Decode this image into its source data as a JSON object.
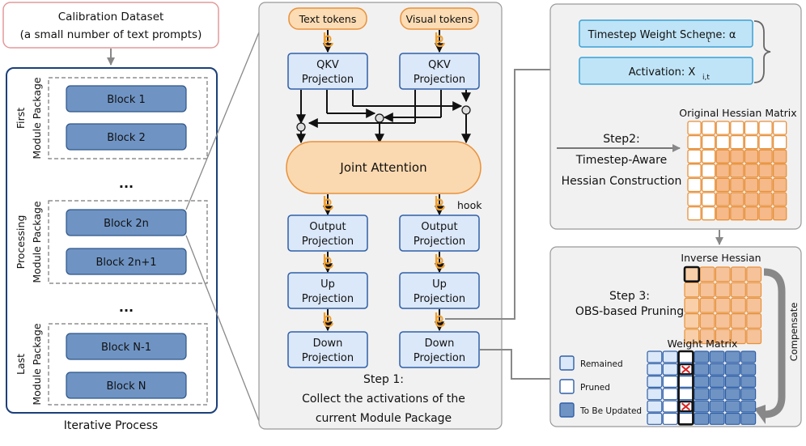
{
  "calibration": {
    "title": "Calibration Dataset",
    "subtitle": "(a small number of text prompts)"
  },
  "iterative": {
    "caption": "Iterative Process",
    "ellipsis": "...",
    "packages": [
      {
        "label1": "First",
        "label2": "Module Package",
        "blocks": [
          "Block 1",
          "Block 2"
        ]
      },
      {
        "label1": "Processing",
        "label2": "Module Package",
        "blocks": [
          "Block 2n",
          "Block 2n+1"
        ]
      },
      {
        "label1": "Last",
        "label2": "Module Package",
        "blocks": [
          "Block N-1",
          "Block N"
        ]
      }
    ]
  },
  "step1": {
    "text_tokens": "Text tokens",
    "visual_tokens": "Visual tokens",
    "qkv_line1": "QKV",
    "qkv_line2": "Projection",
    "joint_attention": "Joint Attention",
    "hook_label": "hook",
    "output_line1": "Output",
    "output_line2": "Projection",
    "up_line1": "Up",
    "up_line2": "Projection",
    "down_line1": "Down",
    "down_line2": "Projection",
    "caption_line1": "Step 1:",
    "caption_line2": "Collect the activations of the",
    "caption_line3": "current Module Package"
  },
  "step2": {
    "weight_scheme": "Timestep Weight Scheme: α",
    "weight_scheme_sub": "t",
    "activation": "Activation: X",
    "activation_sub": "i,t",
    "hessian_title": "Original Hessian Matrix",
    "label_line1": "Step2:",
    "label_line2": "Timestep-Aware",
    "label_line3": "Hessian Construction"
  },
  "step3": {
    "inverse_title": "Inverse Hessian",
    "label_line1": "Step 3:",
    "label_line2": "OBS-based Pruning",
    "compensate": "Compensate",
    "weight_title": "Weight Matrix",
    "legend": [
      "Remained",
      "Pruned",
      "To Be Updated"
    ]
  },
  "colors": {
    "block_fill": "#6f94c4",
    "proj_fill": "#dbe8f9",
    "proj_stroke": "#2f5fa7",
    "orange": "#f09a3a",
    "orange_light": "#fbd9b0",
    "cyan_fill": "#bfe4f7",
    "panel_bg": "#f1f1f1",
    "hessian_fill": "#f5c9a0"
  }
}
